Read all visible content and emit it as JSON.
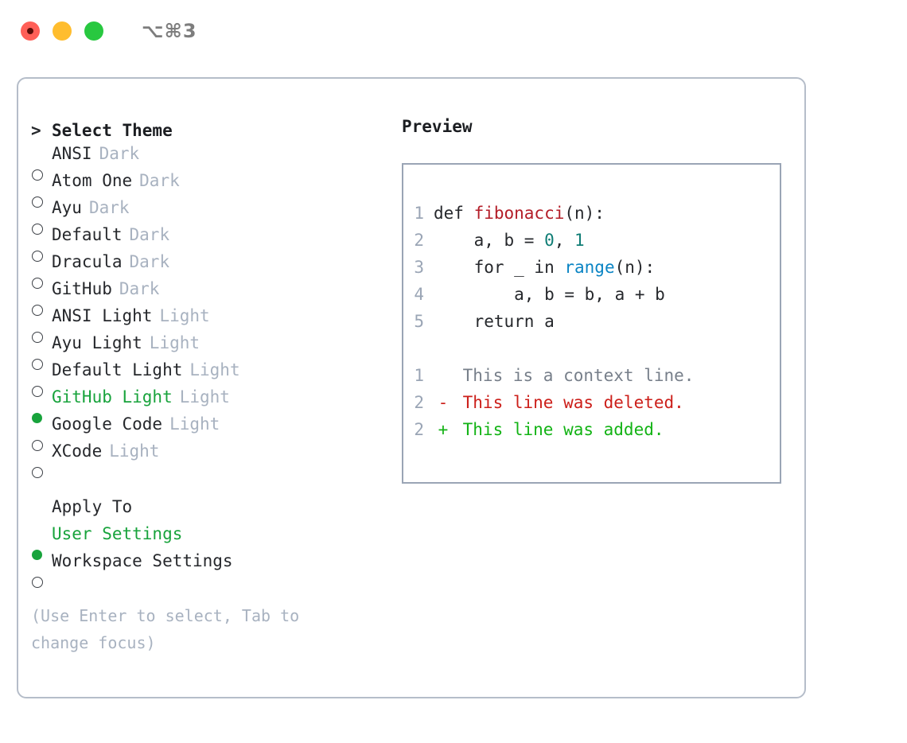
{
  "window": {
    "shortcut": "⌥⌘3",
    "traffic_lights": [
      {
        "name": "close",
        "color": "#ff5f57"
      },
      {
        "name": "minimize",
        "color": "#ffbd2e"
      },
      {
        "name": "maximize",
        "color": "#28c840"
      }
    ]
  },
  "theme_picker": {
    "header_marker": ">",
    "header_label": "Select Theme",
    "items": [
      {
        "marker": "ring",
        "name": "ANSI",
        "kind": "Dark",
        "selected": false
      },
      {
        "marker": "ring",
        "name": "Atom One",
        "kind": "Dark",
        "selected": false
      },
      {
        "marker": "ring",
        "name": "Ayu",
        "kind": "Dark",
        "selected": false
      },
      {
        "marker": "ring",
        "name": "Default",
        "kind": "Dark",
        "selected": false
      },
      {
        "marker": "ring",
        "name": "Dracula",
        "kind": "Dark",
        "selected": false
      },
      {
        "marker": "ring",
        "name": "GitHub",
        "kind": "Dark",
        "selected": false
      },
      {
        "marker": "ring",
        "name": "ANSI Light",
        "kind": "Light",
        "selected": false
      },
      {
        "marker": "ring",
        "name": "Ayu Light",
        "kind": "Light",
        "selected": false
      },
      {
        "marker": "ring",
        "name": "Default Light",
        "kind": "Light",
        "selected": false
      },
      {
        "marker": "dot",
        "name": "GitHub Light",
        "kind": "Light",
        "selected": true
      },
      {
        "marker": "ring",
        "name": "Google Code",
        "kind": "Light",
        "selected": false
      },
      {
        "marker": "ring",
        "name": "XCode",
        "kind": "Light",
        "selected": false
      }
    ]
  },
  "apply_to": {
    "header_label": "Apply To",
    "options": [
      {
        "marker": "dot",
        "label": "User Settings",
        "selected": true
      },
      {
        "marker": "ring",
        "label": "Workspace Settings",
        "selected": false
      }
    ]
  },
  "hint": {
    "line1": "(Use Enter to select, Tab to",
    "line2": "change focus)"
  },
  "preview": {
    "title": "Preview",
    "code_lines": [
      {
        "num": "1",
        "indent": "",
        "pre": "def ",
        "token": "fibonacci",
        "token_type": "fn",
        "post": "(n):"
      },
      {
        "num": "2",
        "indent": "    ",
        "pre": "a, b = ",
        "token": "0",
        "token_type": "num",
        "post": ", ",
        "token2": "1",
        "token2_type": "num",
        "post2": ""
      },
      {
        "num": "3",
        "indent": "    ",
        "pre": "for _ in ",
        "token": "range",
        "token_type": "call",
        "post": "(n):"
      },
      {
        "num": "4",
        "indent": "        ",
        "pre": "a, b = b, a + b",
        "token": "",
        "token_type": "",
        "post": ""
      },
      {
        "num": "5",
        "indent": "    ",
        "pre": "return a",
        "token": "",
        "token_type": "",
        "post": ""
      }
    ],
    "diff_lines": [
      {
        "num": "1",
        "sign": " ",
        "text": "This is a context line.",
        "type": "context"
      },
      {
        "num": "2",
        "sign": "-",
        "text": "This line was deleted.",
        "type": "del"
      },
      {
        "num": "2",
        "sign": "+",
        "text": "This line was added.",
        "type": "add"
      }
    ]
  },
  "colors": {
    "selected_green": "#18a33c",
    "muted": "#a8b2c0",
    "panel_border": "#b5bdc9",
    "code_border": "#9aa5b5",
    "fn_red": "#b31d28",
    "num_teal": "#0f7d75",
    "call_blue": "#0a84c4",
    "diff_del": "#cc1f1a",
    "diff_add": "#13b315"
  }
}
